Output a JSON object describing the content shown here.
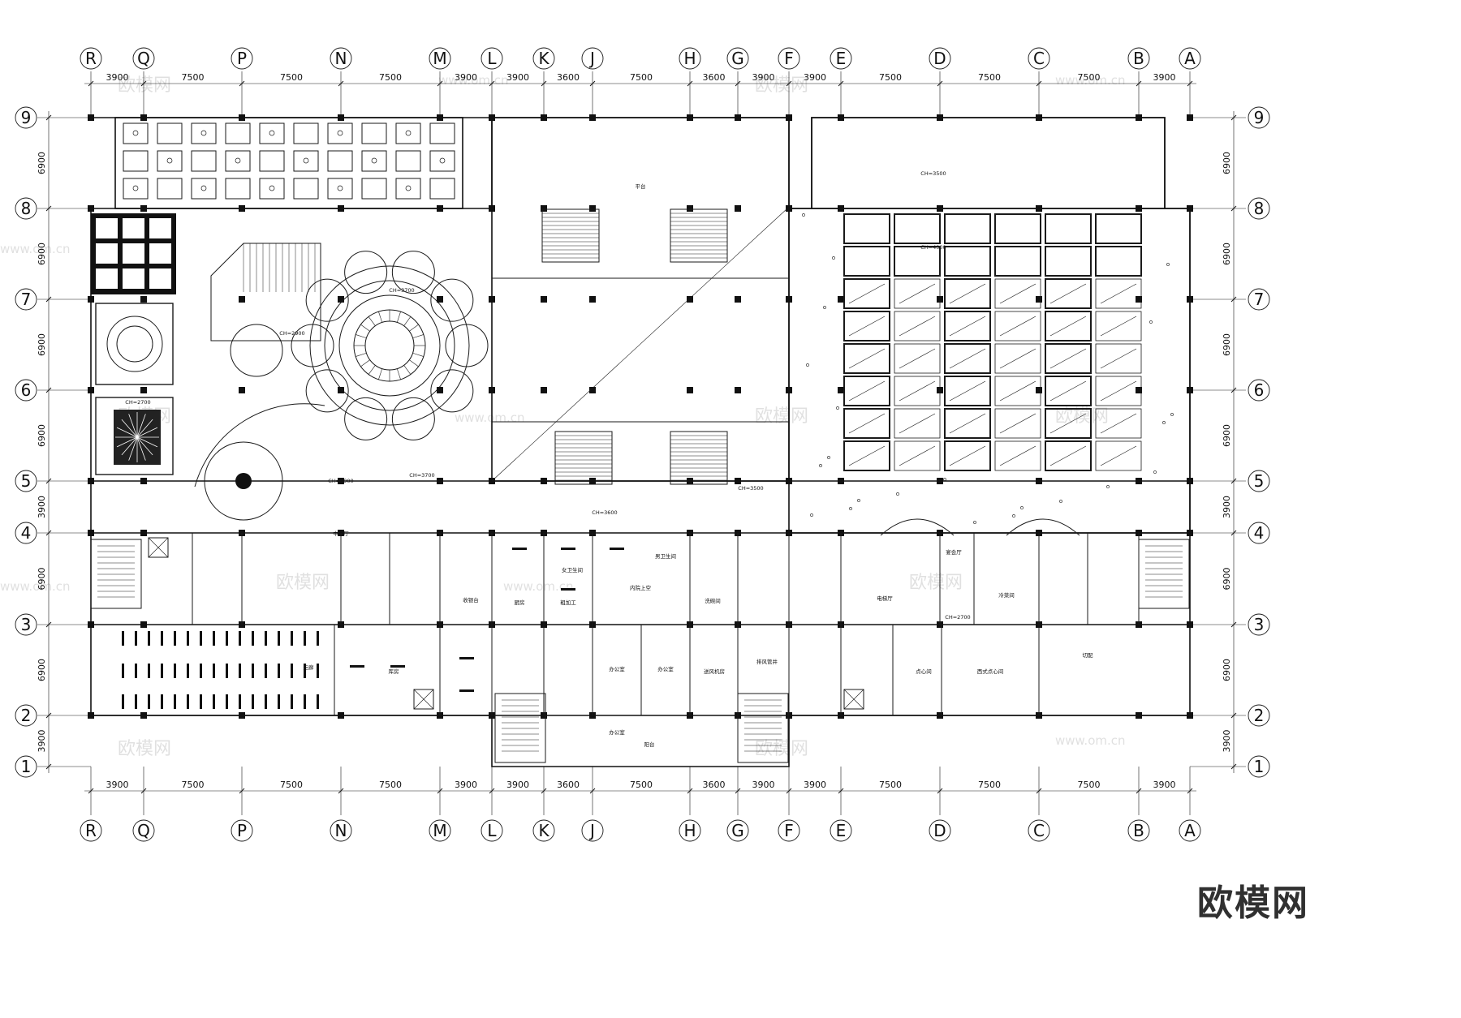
{
  "plan": {
    "columns": [
      "R",
      "Q",
      "P",
      "N",
      "M",
      "L",
      "K",
      "J",
      "H",
      "G",
      "F",
      "E",
      "D",
      "C",
      "B",
      "A"
    ],
    "rows": [
      "9",
      "8",
      "7",
      "6",
      "5",
      "4",
      "3",
      "2",
      "1"
    ],
    "column_spacing": [
      "3900",
      "7500",
      "7500",
      "7500",
      "3900",
      "3900",
      "3600",
      "7500",
      "3600",
      "3900",
      "3900",
      "7500",
      "7500",
      "7500",
      "3900"
    ],
    "row_spacing": [
      "6900",
      "6900",
      "6900",
      "6900",
      "3900",
      "6900",
      "6900",
      "3900"
    ]
  },
  "room_labels": [
    {
      "key": "platform",
      "text": "平台"
    },
    {
      "key": "atrium",
      "text": "内院上空"
    },
    {
      "key": "hall_a",
      "text": "中庭厅"
    },
    {
      "key": "cashier",
      "text": "收银台"
    },
    {
      "key": "kitchen",
      "text": "厨房"
    },
    {
      "key": "office1",
      "text": "办公室"
    },
    {
      "key": "office2",
      "text": "办公室"
    },
    {
      "key": "office3",
      "text": "办公室"
    },
    {
      "key": "dishwash",
      "text": "洗碗间"
    },
    {
      "key": "coldroom",
      "text": "冷菜间"
    },
    {
      "key": "prep",
      "text": "粗加工"
    },
    {
      "key": "fanroom",
      "text": "送风机房"
    },
    {
      "key": "snack",
      "text": "点心间"
    },
    {
      "key": "cut",
      "text": "切配"
    },
    {
      "key": "west_snack",
      "text": "西式点心间"
    },
    {
      "key": "male_wc",
      "text": "男卫生间"
    },
    {
      "key": "female_wc",
      "text": "女卫生间"
    },
    {
      "key": "corridor",
      "text": "走廊"
    },
    {
      "key": "store",
      "text": "库房"
    },
    {
      "key": "balcony",
      "text": "阳台"
    },
    {
      "key": "duct",
      "text": "排风管井"
    },
    {
      "key": "hall_b",
      "text": "宴会厅"
    },
    {
      "key": "elev",
      "text": "电梯厅"
    }
  ],
  "ceiling_notes": [
    "CH=3500",
    "CH=3700",
    "CH=2900",
    "CH=2700",
    "CH=3600",
    "CH=4000"
  ],
  "watermark": {
    "text": "欧模网",
    "url": "www.om.cn"
  },
  "brand": {
    "text": "欧模网"
  },
  "colors": {
    "line": "#1a1a1a",
    "watermark": "#c8c8c8",
    "brand": "#303030"
  }
}
